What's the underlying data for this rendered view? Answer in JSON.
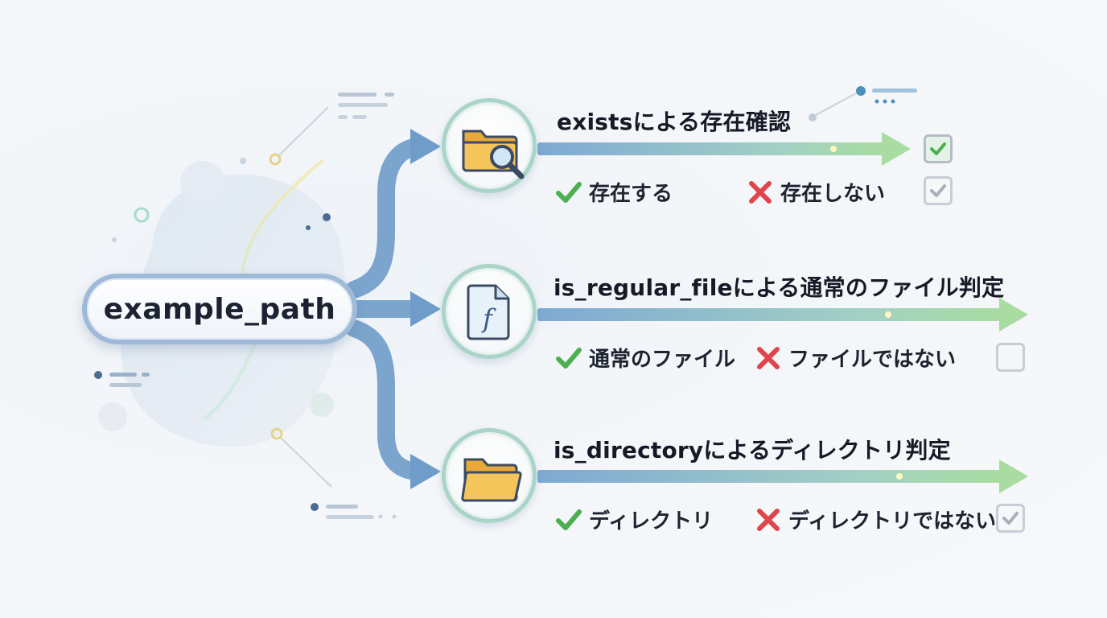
{
  "source": {
    "label": "example_path"
  },
  "nodes": [
    {
      "id": "exists",
      "title": "existsによる存在確認",
      "icon": "folder-search-icon",
      "outcome_true": "存在する",
      "outcome_false": "存在しない",
      "checkboxes": [
        "checked-green",
        "checked-gray"
      ]
    },
    {
      "id": "is_regular_file",
      "title": "is_regular_fileによる通常のファイル判定",
      "icon": "function-file-icon",
      "icon_glyph": "f",
      "outcome_true": "通常のファイル",
      "outcome_false": "ファイルではない",
      "checkboxes": [
        "unchecked"
      ]
    },
    {
      "id": "is_directory",
      "title": "is_directoryによるディレクトリ判定",
      "icon": "folder-icon",
      "outcome_true": "ディレクトリ",
      "outcome_false": "ディレクトリではない",
      "checkboxes": [
        "checked-gray"
      ]
    }
  ],
  "colors": {
    "connector": "#6f9cc8",
    "arrow_start": "#7aa8d2",
    "arrow_end": "#a6d9a0",
    "check_green": "#4caf50",
    "cross_red": "#e0454b",
    "folder": "#f4c55a"
  }
}
